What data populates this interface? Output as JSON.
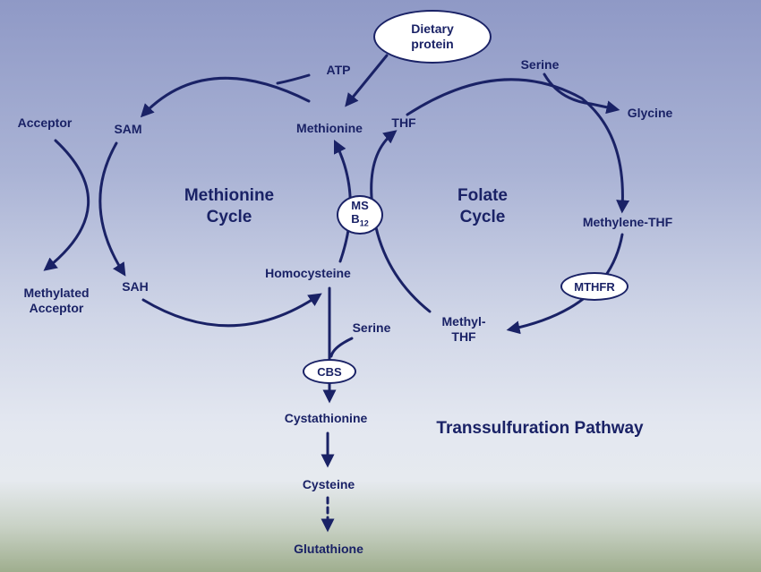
{
  "nodes": {
    "dietary_protein": "Dietary\nprotein",
    "atp": "ATP",
    "serine_top": "Serine",
    "glycine": "Glycine",
    "acceptor": "Acceptor",
    "sam": "SAM",
    "methionine": "Methionine",
    "thf": "THF",
    "methylene_thf": "Methylene-THF",
    "mthfr": "MTHFR",
    "ms": "MS",
    "b12_base": "B",
    "b12_sub": "12",
    "methylated_acceptor": "Methylated\nAcceptor",
    "sah": "SAH",
    "homocysteine": "Homocysteine",
    "methyl_thf": "Methyl-\nTHF",
    "serine_mid": "Serine",
    "cbs": "CBS",
    "cystathionine": "Cystathionine",
    "cysteine": "Cysteine",
    "glutathione": "Glutathione"
  },
  "cycles": {
    "methionine": "Methionine\nCycle",
    "folate": "Folate\nCycle"
  },
  "pathway_title": "Transsulfuration Pathway",
  "colors": {
    "ink": "#1a2266",
    "oval_fill": "#ffffff"
  }
}
